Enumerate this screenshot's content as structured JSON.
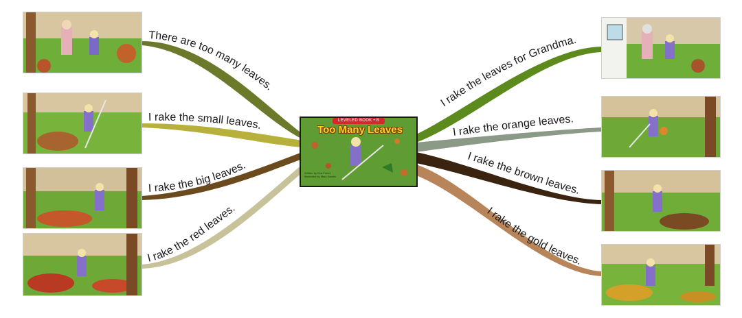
{
  "center": {
    "badge": "LEVELED BOOK • B",
    "title": "Too Many Leaves",
    "credits_line1": "Written by Kira Freed",
    "credits_line2": "Illustrated by Mary Davies"
  },
  "branches": [
    {
      "id": "l1",
      "label": "There are too many leaves.",
      "color": "#6b7a2a"
    },
    {
      "id": "l2",
      "label": "I rake the small leaves.",
      "color": "#b7b03a"
    },
    {
      "id": "l3",
      "label": "I rake the big leaves.",
      "color": "#6b4a1e"
    },
    {
      "id": "l4",
      "label": "I rake the red leaves.",
      "color": "#c8c29a"
    },
    {
      "id": "r1",
      "label": "I rake the leaves for Grandma.",
      "color": "#5c8a1c"
    },
    {
      "id": "r2",
      "label": "I rake the orange leaves.",
      "color": "#8a9a86"
    },
    {
      "id": "r3",
      "label": "I rake the brown leaves.",
      "color": "#3a2410"
    },
    {
      "id": "r4",
      "label": "I rake the gold leaves.",
      "color": "#b8845a"
    }
  ],
  "icons": {
    "pictures": "illustration-of-girl-raking-leaves",
    "cover": "book-cover-illustration"
  }
}
